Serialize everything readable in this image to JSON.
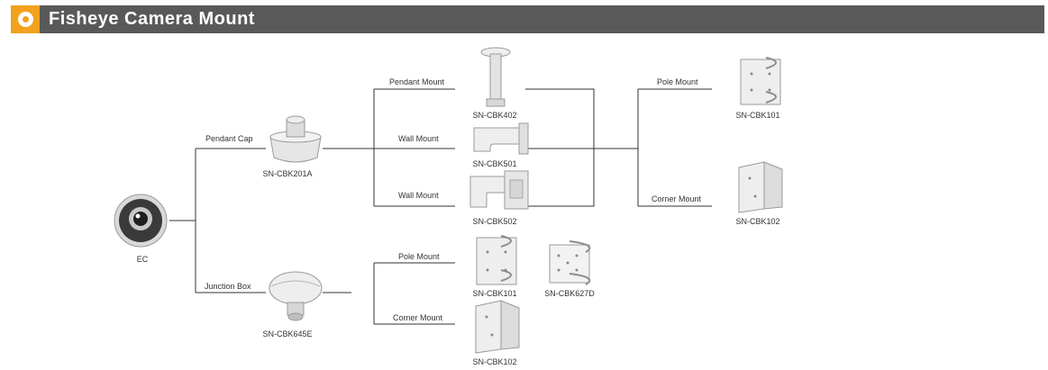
{
  "header": {
    "title": "Fisheye Camera Mount",
    "accent_color": "#f2a21c",
    "bar_color": "#595959"
  },
  "products": {
    "ec": "EC",
    "cbk201a": "SN-CBK201A",
    "cbk645e": "SN-CBK645E",
    "cbk402": "SN-CBK402",
    "cbk501": "SN-CBK501",
    "cbk502": "SN-CBK502",
    "cbk101_right": "SN-CBK101",
    "cbk102_right": "SN-CBK102",
    "cbk101_bottom": "SN-CBK101",
    "cbk627d": "SN-CBK627D",
    "cbk102_bottom": "SN-CBK102"
  },
  "labels": {
    "pendant_cap": "Pendant Cap",
    "junction_box": "Junction  Box",
    "pendant_mount": "Pendant Mount",
    "wall_mount_1": "Wall Mount",
    "wall_mount_2": "Wall Mount",
    "pole_mount_bottom": "Pole Mount",
    "corner_mount_bottom": "Corner Mount",
    "pole_mount_right": "Pole Mount",
    "corner_mount_right": "Corner Mount"
  }
}
